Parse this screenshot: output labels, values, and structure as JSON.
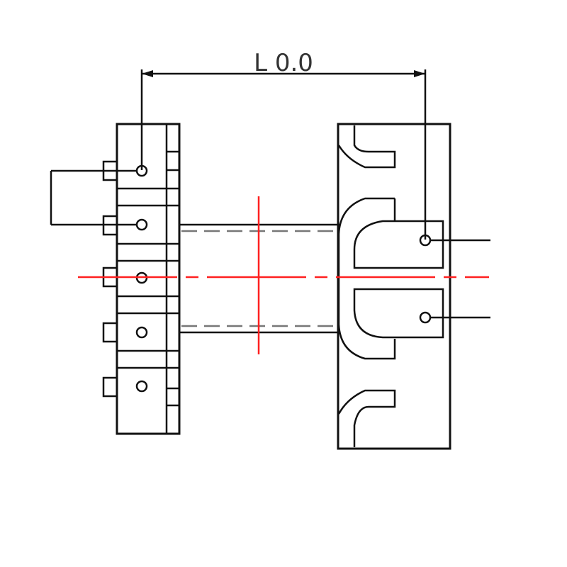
{
  "dimension": {
    "label": "L 0.0"
  },
  "edge_labels": {
    "left_upper": "",
    "left_lower": "",
    "right": ""
  },
  "colors": {
    "outline": "#111111",
    "hidden_line": "#777777",
    "center_line": "#ff2020"
  },
  "left_flange": {
    "pin_count": 5
  },
  "right_flange": {
    "pin_count": 2
  }
}
